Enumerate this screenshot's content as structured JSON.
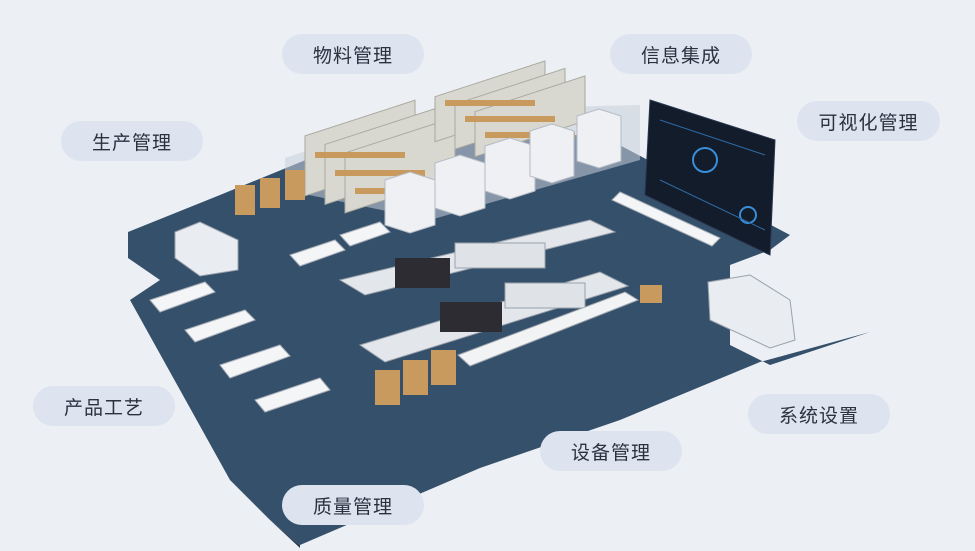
{
  "modules": {
    "material": "物料管理",
    "info": "信息集成",
    "visual": "可视化管理",
    "production": "生产管理",
    "product": "产品工艺",
    "system": "系统设置",
    "equipment": "设备管理",
    "quality": "质量管理"
  },
  "colors": {
    "background": "#eceff4",
    "floor": "#35506a",
    "pill": "#dde4ef",
    "text": "#2a3240"
  }
}
